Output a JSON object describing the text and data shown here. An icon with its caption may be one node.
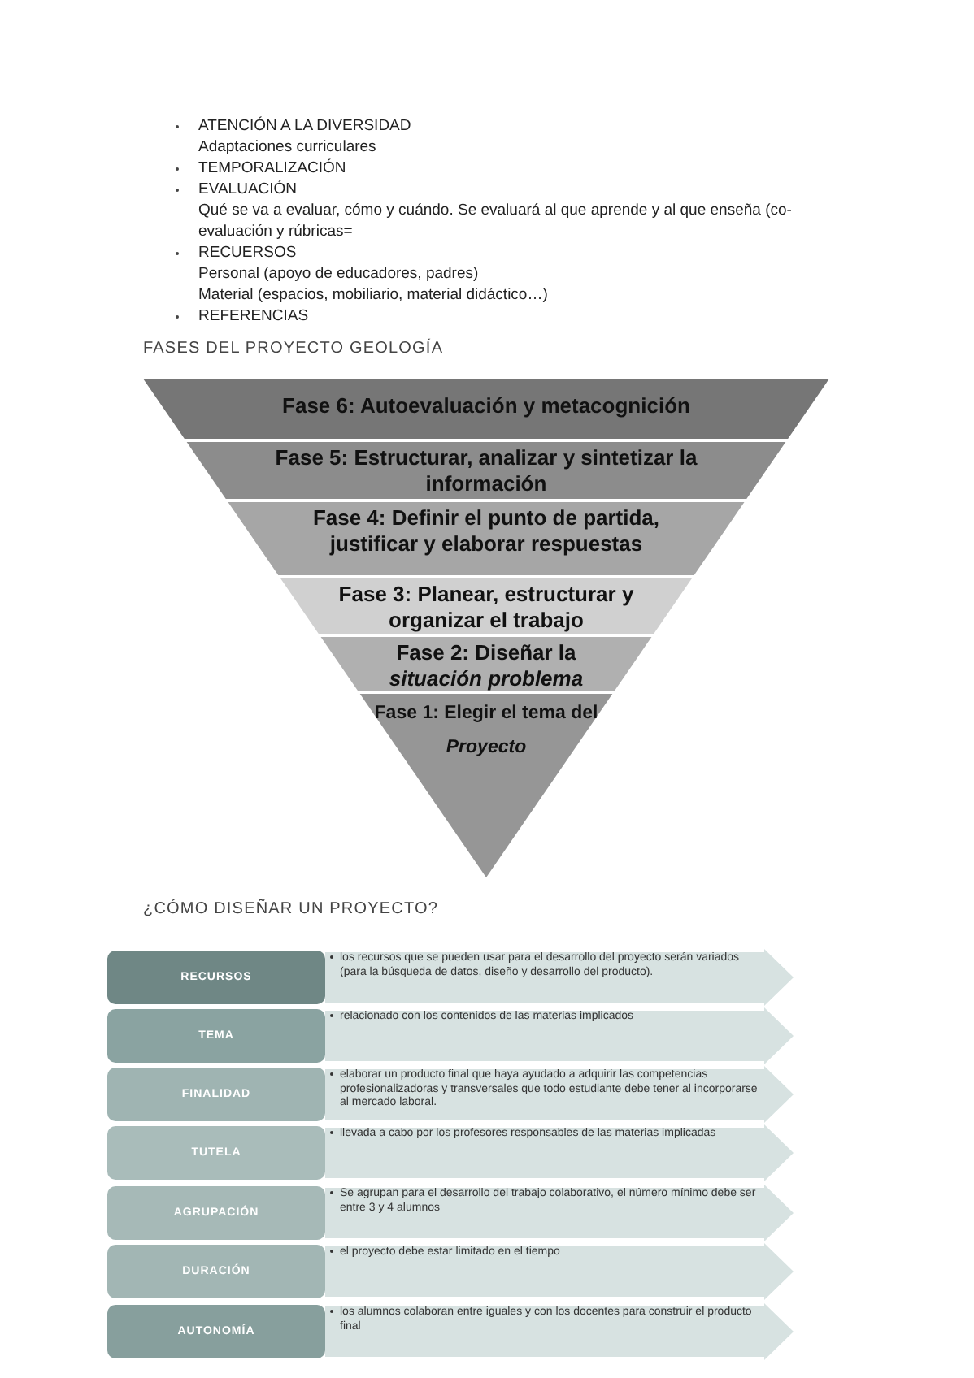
{
  "diagram": {
    "nodes": [
      {
        "text": [
          "Fase 6: Autoevaluación y metacognición"
        ]
      },
      {
        "text": [
          "Fase 5: Estructurar, analizar y sintetizar la información"
        ]
      },
      {
        "text": [
          "Fase 4: Definir el punto de partida, justificar y elaborar respuestas"
        ]
      },
      {
        "text": [
          "Fase 3: Planear, estructurar y organizar el trabajo"
        ]
      },
      {
        "text": [
          "Fase 2: Diseñar la *situación problema*"
        ]
      },
      {
        "text": [
          "Fase 1: Elegir el tema del *Proyecto*"
        ]
      },
      {
        "text": [
          "RECURSOS"
        ]
      },
      {
        "text": [
          "los recursos que se pueden usar para el desarrollo del proyecto serán variados (para la búsqueda de datos, diseño y desarrollo del producto)."
        ]
      },
      {
        "text": [
          "TEMA"
        ]
      },
      {
        "text": [
          "relacionado con los contenidos de las materias implicados"
        ]
      },
      {
        "text": [
          "FINALIDAD"
        ]
      },
      {
        "text": [
          "elaborar un producto final que haya ayudado a adquirir las competencias profesionalizadoras y transversales que todo estudiante debe tener al incorporarse al mercado laboral."
        ]
      },
      {
        "text": [
          "TUTELA"
        ]
      },
      {
        "text": [
          "llevada a cabo por los profesores responsables de las materias implicadas"
        ]
      },
      {
        "text": [
          "AGRUPACIÓN"
        ]
      },
      {
        "text": [
          "Se agrupan para el desarrollo del trabajo colaborativo, el número mínimo debe ser entre 3 y 4 alumnos"
        ]
      },
      {
        "text": [
          "DURACIÓN"
        ]
      },
      {
        "text": [
          "el proyecto debe estar limitado en el tiempo"
        ]
      },
      {
        "text": [
          "AUTONOMÍA"
        ]
      },
      {
        "text": [
          "los alumnos colaboran entre iguales y con los docentes para construir el producto final"
        ]
      }
    ],
    "edges": [],
    "labels": [
      "ATENCIÓN A LA DIVERSIDAD",
      "Adaptaciones curriculares",
      "TEMPORALIZACIÓN",
      "EVALUACIÓN",
      "Qué se va a evaluar, cómo y cuándo. Se evaluará al que aprende y al que enseña (co-evaluación y rúbricas=",
      "RECUERSOS",
      "Personal (apoyo de educadores, padres)",
      "Material (espacios, mobiliario, material didáctico…)",
      "REFERENCIAS",
      "FASES DEL PROYECTO GEOLOGÍA",
      "¿CÓMO DISEÑAR UN PROYECTO?"
    ]
  }
}
